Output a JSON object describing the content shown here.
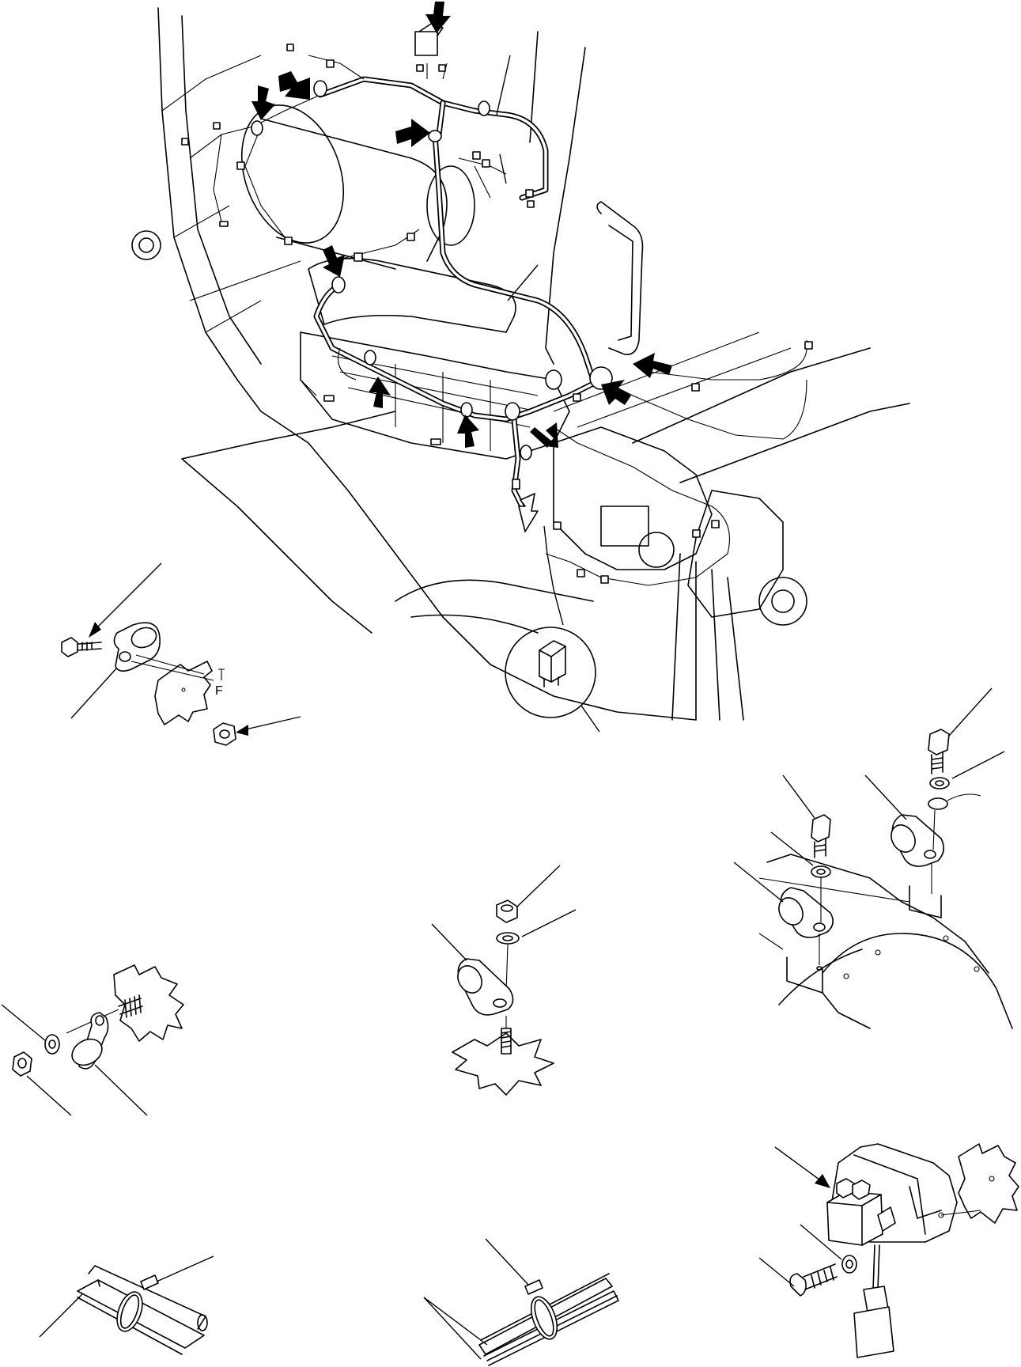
{
  "figure": {
    "note_label": "F"
  },
  "views": [
    "main-assembly",
    "clamp-detail-bolt-nut",
    "fuse-detail",
    "clamp-detail-bolt-washer-pair",
    "clamp-detail-nut-washer",
    "clamp-detail-nut-stud",
    "relay-detail",
    "cable-tie-detail-single",
    "cable-tie-detail-double"
  ],
  "colors": {
    "line": "#000000",
    "background": "#ffffff"
  }
}
